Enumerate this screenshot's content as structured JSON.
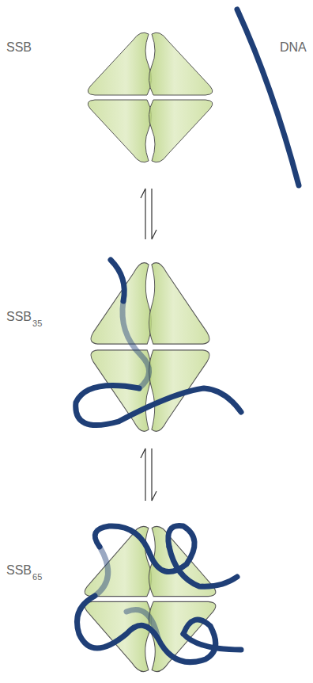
{
  "diagram": {
    "labels": [
      "SSB",
      "DNA",
      "SSB",
      "35",
      "SSB",
      "65"
    ]
  }
}
